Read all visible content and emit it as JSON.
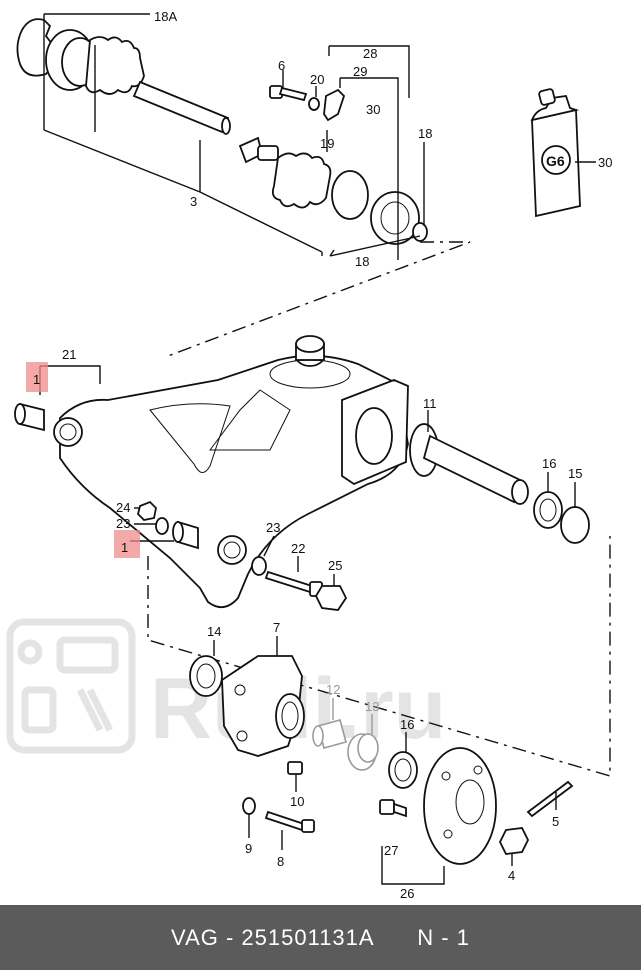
{
  "labels": {
    "l18A": "18A",
    "l28": "28",
    "l29": "29",
    "l30a": "30",
    "l30b": "30",
    "l6": "6",
    "l20": "20",
    "l19": "19",
    "l18a": "18",
    "l18b": "18",
    "l3": "3",
    "l21": "21",
    "l1a": "1",
    "l1b": "1",
    "l11": "11",
    "l16a": "16",
    "l15": "15",
    "l24": "24",
    "l23a": "23",
    "l23b": "23",
    "l22": "22",
    "l25": "25",
    "l14": "14",
    "l7": "7",
    "l12": "12",
    "l13": "13",
    "l16b": "16",
    "l10": "10",
    "l9": "9",
    "l8": "8",
    "l27": "27",
    "l26": "26",
    "l4": "4",
    "l5": "5"
  },
  "tube_text": "G6",
  "watermark": "Rulli.ru",
  "footer": {
    "brand": "VAG",
    "sep": " - ",
    "part_number": "251501131A",
    "position": "N - 1"
  },
  "colors": {
    "highlight": "#f08c8c",
    "footer_bg": "#5b5b5b",
    "grey_parts": "#9a9a9a"
  }
}
